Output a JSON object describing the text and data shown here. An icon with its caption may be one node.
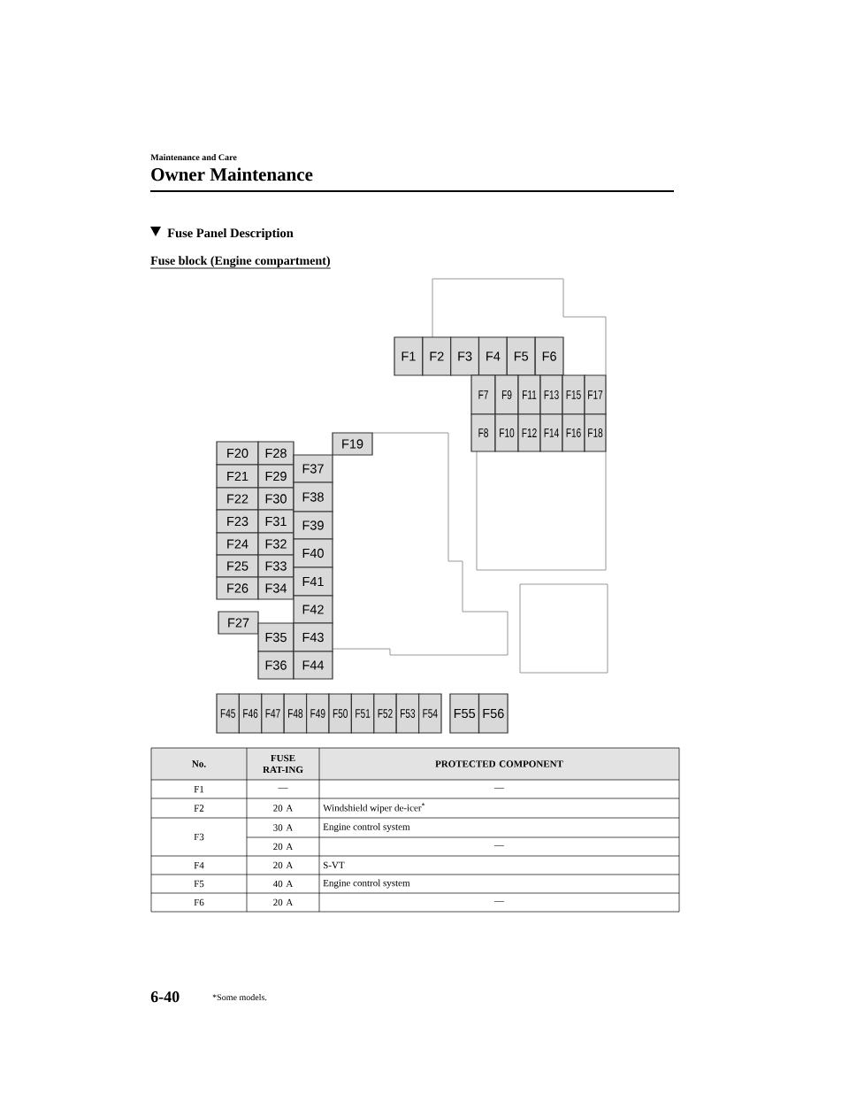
{
  "diagram": {
    "title": "Fuse Panel Description",
    "nodes": [
      {
        "text": [
          "F1"
        ]
      },
      {
        "text": [
          "F2"
        ]
      },
      {
        "text": [
          "F3"
        ]
      },
      {
        "text": [
          "F4"
        ]
      },
      {
        "text": [
          "F5"
        ]
      },
      {
        "text": [
          "F6"
        ]
      },
      {
        "text": [
          "F7"
        ]
      },
      {
        "text": [
          "F8"
        ]
      },
      {
        "text": [
          "F9"
        ]
      },
      {
        "text": [
          "F10"
        ]
      },
      {
        "text": [
          "F11"
        ]
      },
      {
        "text": [
          "F12"
        ]
      },
      {
        "text": [
          "F13"
        ]
      },
      {
        "text": [
          "F14"
        ]
      },
      {
        "text": [
          "F15"
        ]
      },
      {
        "text": [
          "F16"
        ]
      },
      {
        "text": [
          "F17"
        ]
      },
      {
        "text": [
          "F18"
        ]
      },
      {
        "text": [
          "F19"
        ]
      },
      {
        "text": [
          "F20"
        ]
      },
      {
        "text": [
          "F21"
        ]
      },
      {
        "text": [
          "F22"
        ]
      },
      {
        "text": [
          "F23"
        ]
      },
      {
        "text": [
          "F24"
        ]
      },
      {
        "text": [
          "F25"
        ]
      },
      {
        "text": [
          "F26"
        ]
      },
      {
        "text": [
          "F27"
        ]
      },
      {
        "text": [
          "F28"
        ]
      },
      {
        "text": [
          "F29"
        ]
      },
      {
        "text": [
          "F30"
        ]
      },
      {
        "text": [
          "F31"
        ]
      },
      {
        "text": [
          "F32"
        ]
      },
      {
        "text": [
          "F33"
        ]
      },
      {
        "text": [
          "F34"
        ]
      },
      {
        "text": [
          "F35"
        ]
      },
      {
        "text": [
          "F36"
        ]
      },
      {
        "text": [
          "F37"
        ]
      },
      {
        "text": [
          "F38"
        ]
      },
      {
        "text": [
          "F39"
        ]
      },
      {
        "text": [
          "F40"
        ]
      },
      {
        "text": [
          "F41"
        ]
      },
      {
        "text": [
          "F42"
        ]
      },
      {
        "text": [
          "F43"
        ]
      },
      {
        "text": [
          "F44"
        ]
      },
      {
        "text": [
          "F45"
        ]
      },
      {
        "text": [
          "F46"
        ]
      },
      {
        "text": [
          "F47"
        ]
      },
      {
        "text": [
          "F48"
        ]
      },
      {
        "text": [
          "F49"
        ]
      },
      {
        "text": [
          "F50"
        ]
      },
      {
        "text": [
          "F51"
        ]
      },
      {
        "text": [
          "F52"
        ]
      },
      {
        "text": [
          "F53"
        ]
      },
      {
        "text": [
          "F54"
        ]
      },
      {
        "text": [
          "F55"
        ]
      },
      {
        "text": [
          "F56"
        ]
      }
    ],
    "labels": [
      "Maintenance and Care",
      "Owner Maintenance",
      "Fuse block (Engine compartment)",
      "No.",
      "FUSE RAT-ING",
      "PROTECTED COMPONENT",
      "F1",
      "—",
      "—",
      "F2",
      "20 A",
      "Windshield wiper de-icer$^{*}$",
      "F3",
      "30 A",
      "Engine control system",
      "20 A",
      "—",
      "F4",
      "20 A",
      "S-VT",
      "F5",
      "40 A",
      "Engine control system",
      "F6",
      "20 A",
      "—",
      "6-40",
      "*Some models."
    ]
  }
}
